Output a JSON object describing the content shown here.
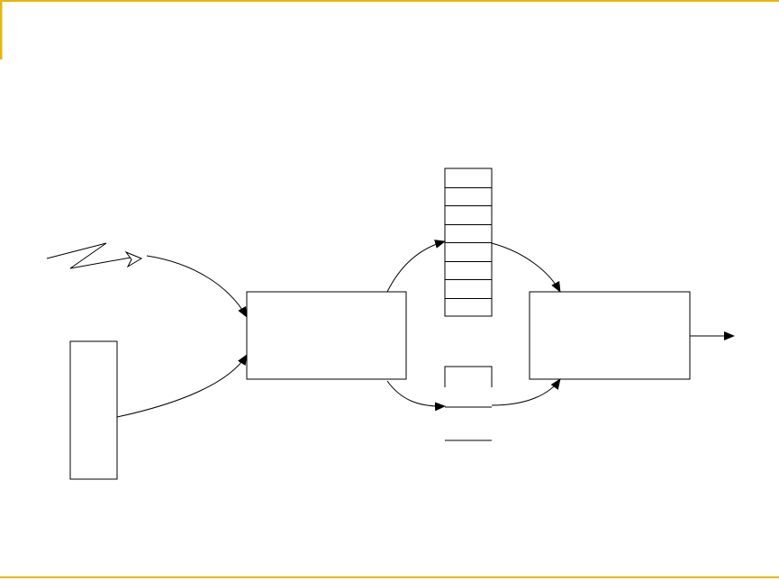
{
  "colors": {
    "accent": "#e6b800",
    "stroke": "#000000",
    "background": "#ffffff"
  },
  "diagram": {
    "nodes": [
      {
        "id": "lightning-source",
        "kind": "lightning-arrow"
      },
      {
        "id": "left-device",
        "kind": "box"
      },
      {
        "id": "center-box",
        "kind": "box"
      },
      {
        "id": "queue-top",
        "kind": "stack",
        "slots": 8
      },
      {
        "id": "queue-bottom",
        "kind": "stack",
        "slots": 2
      },
      {
        "id": "right-box",
        "kind": "box"
      }
    ],
    "edges": [
      {
        "from": "lightning-source",
        "to": "center-box"
      },
      {
        "from": "left-device",
        "to": "center-box"
      },
      {
        "from": "center-box",
        "to": "queue-top"
      },
      {
        "from": "center-box",
        "to": "queue-bottom"
      },
      {
        "from": "queue-top",
        "to": "right-box"
      },
      {
        "from": "queue-bottom",
        "to": "right-box"
      },
      {
        "from": "right-box",
        "to": "output"
      }
    ]
  }
}
